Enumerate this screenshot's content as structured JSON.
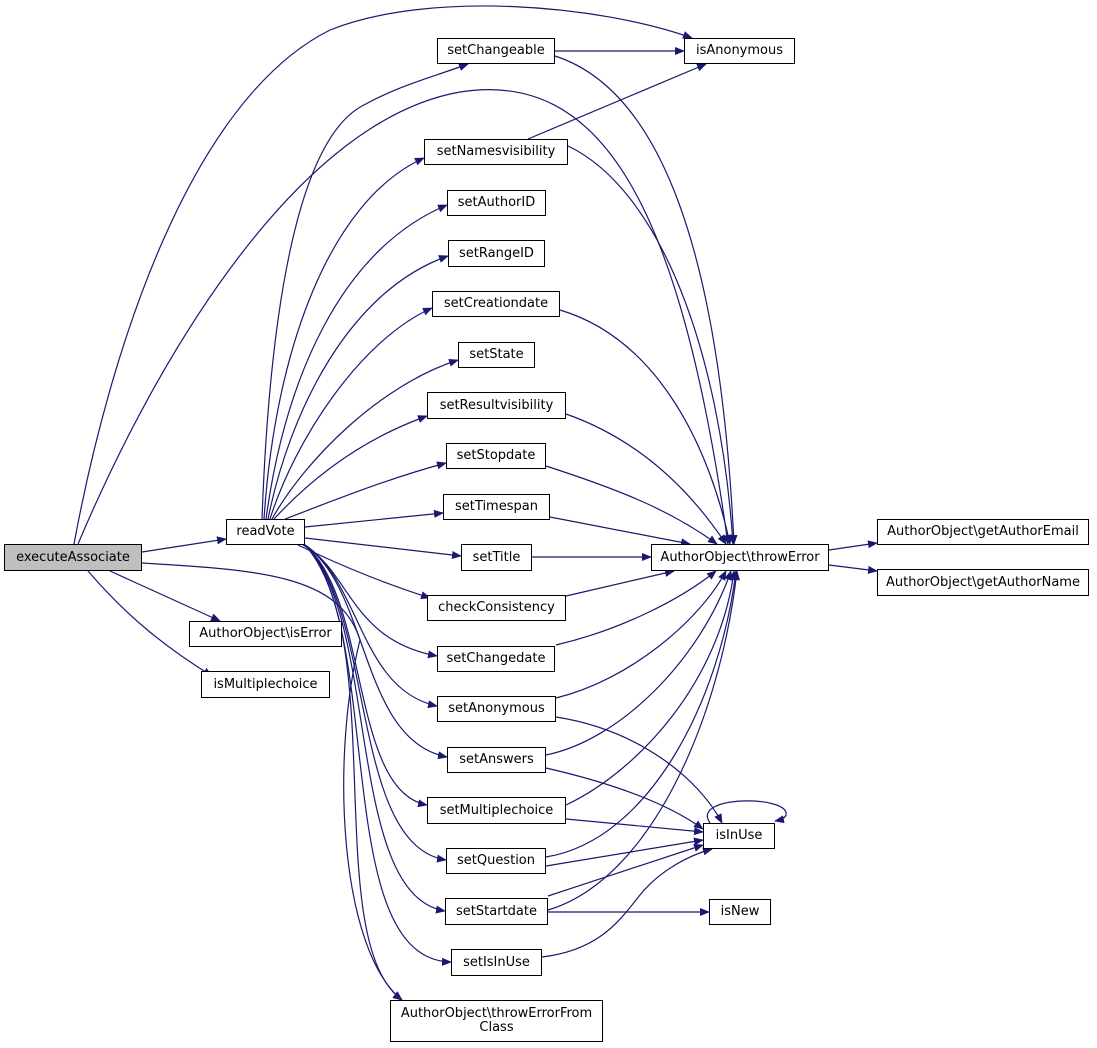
{
  "colors": {
    "edge": "#191970",
    "root_fill": "#bfbfbf",
    "node_fill": "#ffffff",
    "border": "#000000"
  },
  "nodes": {
    "executeAssociate": "executeAssociate",
    "readVote": "readVote",
    "isError": "AuthorObject\\isError",
    "isMultiplechoice": "isMultiplechoice",
    "setChangeable": "setChangeable",
    "setNamesvisibility": "setNamesvisibility",
    "setAuthorID": "setAuthorID",
    "setRangeID": "setRangeID",
    "setCreationdate": "setCreationdate",
    "setState": "setState",
    "setResultvisibility": "setResultvisibility",
    "setStopdate": "setStopdate",
    "setTimespan": "setTimespan",
    "setTitle": "setTitle",
    "checkConsistency": "checkConsistency",
    "setChangedate": "setChangedate",
    "setAnonymous": "setAnonymous",
    "setAnswers": "setAnswers",
    "setMultiplechoice": "setMultiplechoice",
    "setQuestion": "setQuestion",
    "setStartdate": "setStartdate",
    "setIsInUse": "setIsInUse",
    "throwErrorFromClass": "AuthorObject\\throwErrorFrom\nClass",
    "isAnonymous": "isAnonymous",
    "throwError": "AuthorObject\\throwError",
    "isInUse": "isInUse",
    "isNew": "isNew",
    "getAuthorEmail": "AuthorObject\\getAuthorEmail",
    "getAuthorName": "AuthorObject\\getAuthorName"
  }
}
